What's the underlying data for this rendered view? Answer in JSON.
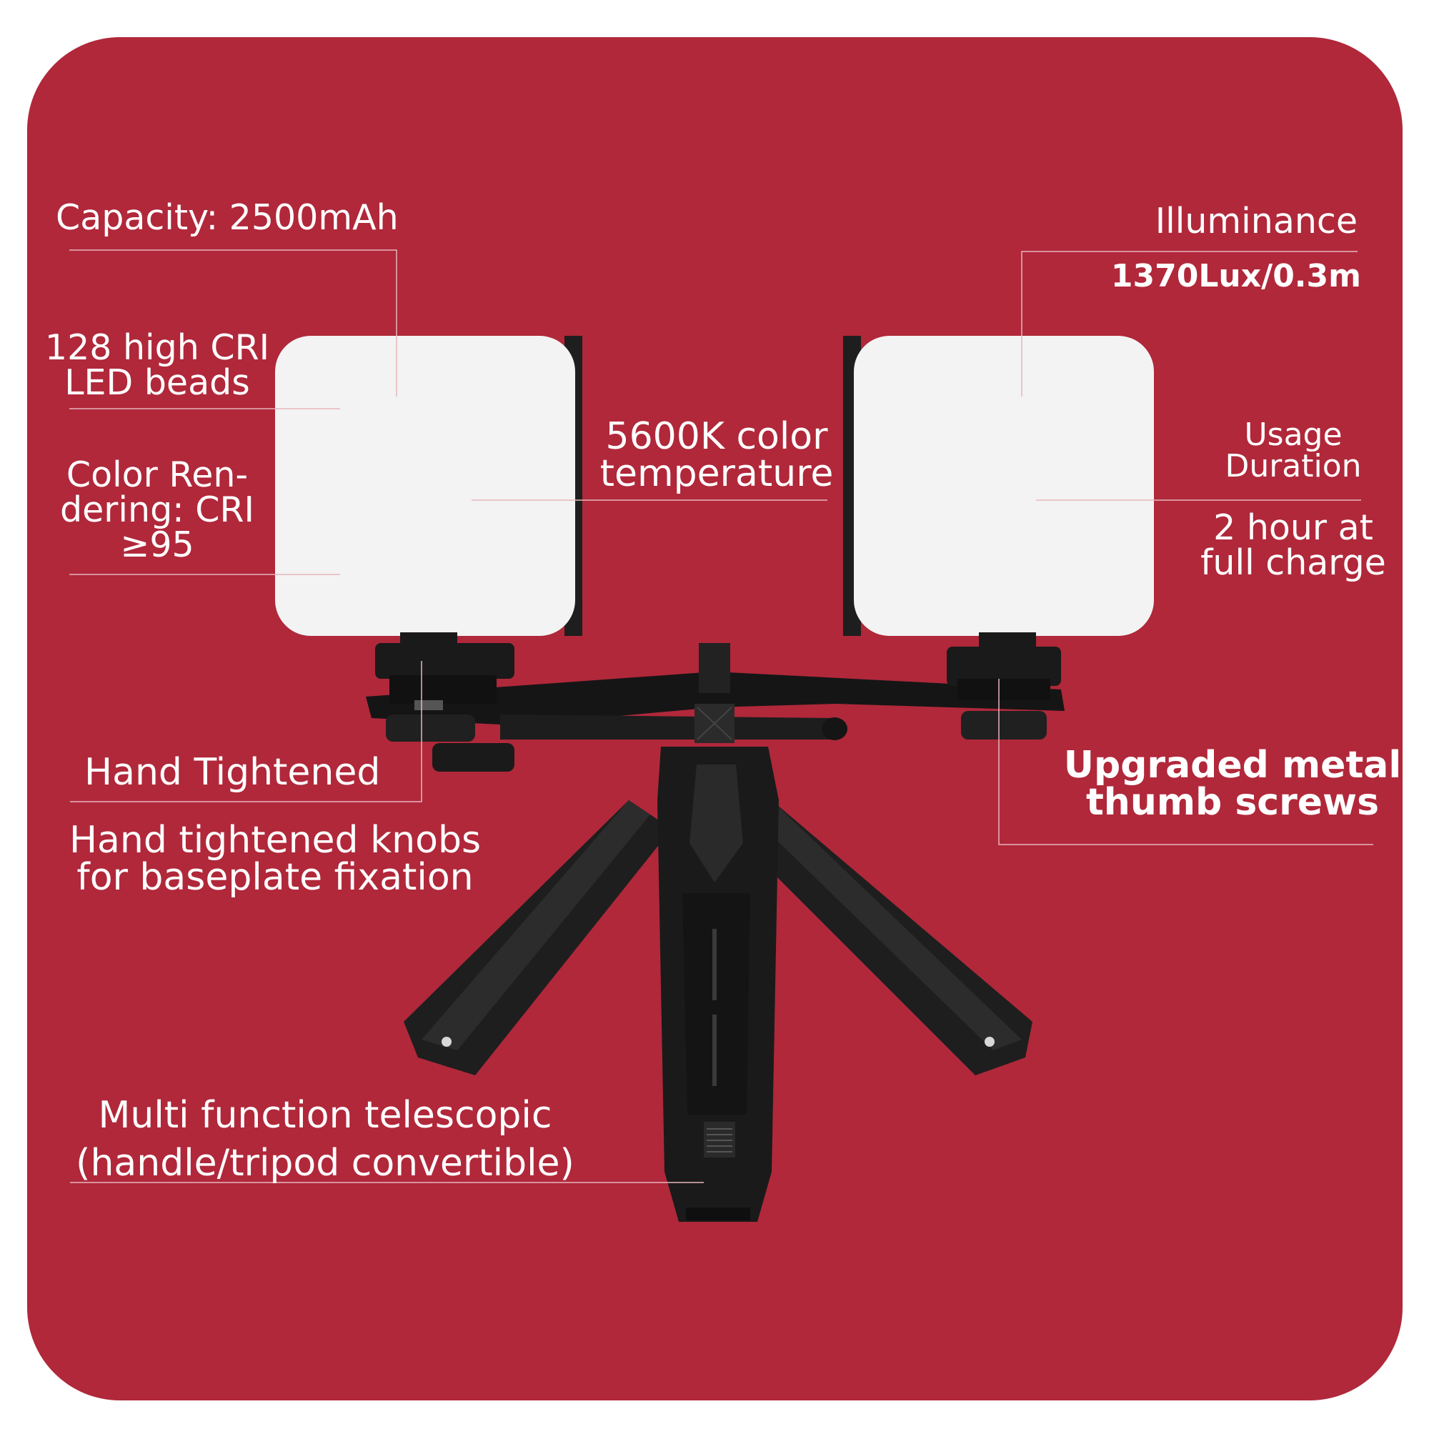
{
  "background": {
    "page": "#ffffff",
    "card": "#b0283a"
  },
  "colors": {
    "text": "#ffffff",
    "leader_lines": "#e7b6bd",
    "light_panel": "#f2f2f2",
    "hardware": "#1b1b1b"
  },
  "labels": {
    "capacity": "Capacity: 2500mAh",
    "cri_beads": "128 high CRI\nLED beads",
    "color_rendering": "Color Ren-\ndering: CRI\n≥95",
    "color_temperature": "5600K color\ntemperature",
    "illuminance_title": "Illuminance",
    "illuminance_value": "1370Lux/0.3m",
    "usage_duration_title": "Usage\nDuration",
    "usage_duration_value": "2 hour at\nfull charge",
    "hand_tightened": "Hand Tightened",
    "knobs_description": "Hand tightened knobs\nfor baseplate fixation",
    "thumb_screws": "Upgraded metal\nthumb screws",
    "telescopic": "Multi function telescopic\n(handle/tripod convertible)"
  },
  "product": {
    "light_count": 2,
    "items": [
      "led-video-light",
      "led-video-light",
      "dual-cold-shoe-bracket",
      "mini-tripod-handle"
    ]
  }
}
